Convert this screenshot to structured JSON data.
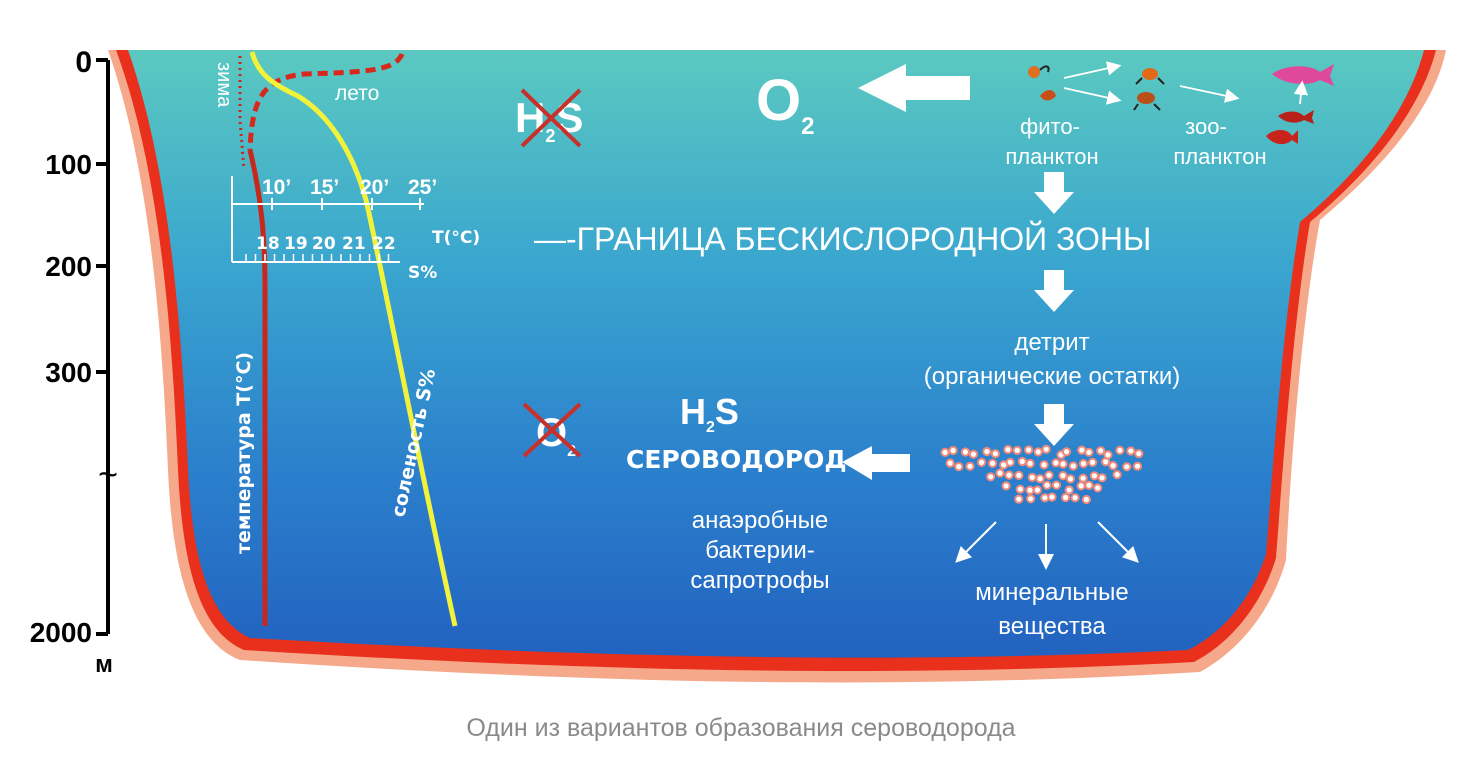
{
  "depth_axis": {
    "ticks": [
      "0",
      "100",
      "200",
      "300",
      "2000"
    ],
    "break_symbol": "~",
    "unit": "м"
  },
  "surface_labels": {
    "winter": "зима",
    "summer": "лето"
  },
  "curve_labels": {
    "temperature": "температура T(°C)",
    "salinity": "соленость S%"
  },
  "scales": {
    "temperature_ticks": [
      "10’",
      "15’",
      "20’",
      "25’"
    ],
    "temperature_unit": "T(°C)",
    "salinity_ticks": [
      "18",
      "19",
      "20",
      "21",
      "22"
    ],
    "salinity_unit": "S%"
  },
  "upper_zone": {
    "crossed_h2s": {
      "main": "H",
      "sub": "2",
      "tail": "S"
    },
    "oxygen": {
      "main": "O",
      "sub": "2"
    },
    "phytoplankton": {
      "line1": "фито-",
      "line2": "планктон"
    },
    "zooplankton": {
      "line1": "зоо-",
      "line2": "планктон"
    }
  },
  "boundary": {
    "dash": "—-",
    "label": "ГРАНИЦА БЕСКИСЛОРОДНОЙ ЗОНЫ"
  },
  "lower_zone": {
    "detritus": {
      "line1": "детрит",
      "line2": "(органические остатки)"
    },
    "crossed_o2": {
      "main": "O",
      "sub": "2"
    },
    "h2s": {
      "main": "H",
      "sub": "2",
      "tail": "S",
      "name": "СЕРОВОДОРОД"
    },
    "bacteria": {
      "line1": "анаэробные",
      "line2": "бактерии-",
      "line3": "сапротрофы"
    },
    "minerals": {
      "line1": "минеральные",
      "line2": "вещества"
    }
  },
  "colors": {
    "water_top": "#5bc9c0",
    "water_mid": "#2f8fd0",
    "water_bottom": "#2262c0",
    "shore_outer": "#f6a88a",
    "shore_inner": "#e8301c",
    "temperature_curve": "#c8281c",
    "salinity_curve": "#f2f23a",
    "cross": "#c8302a",
    "particles": "#f08a7a"
  },
  "caption": "Один из вариантов образования сероводорода"
}
